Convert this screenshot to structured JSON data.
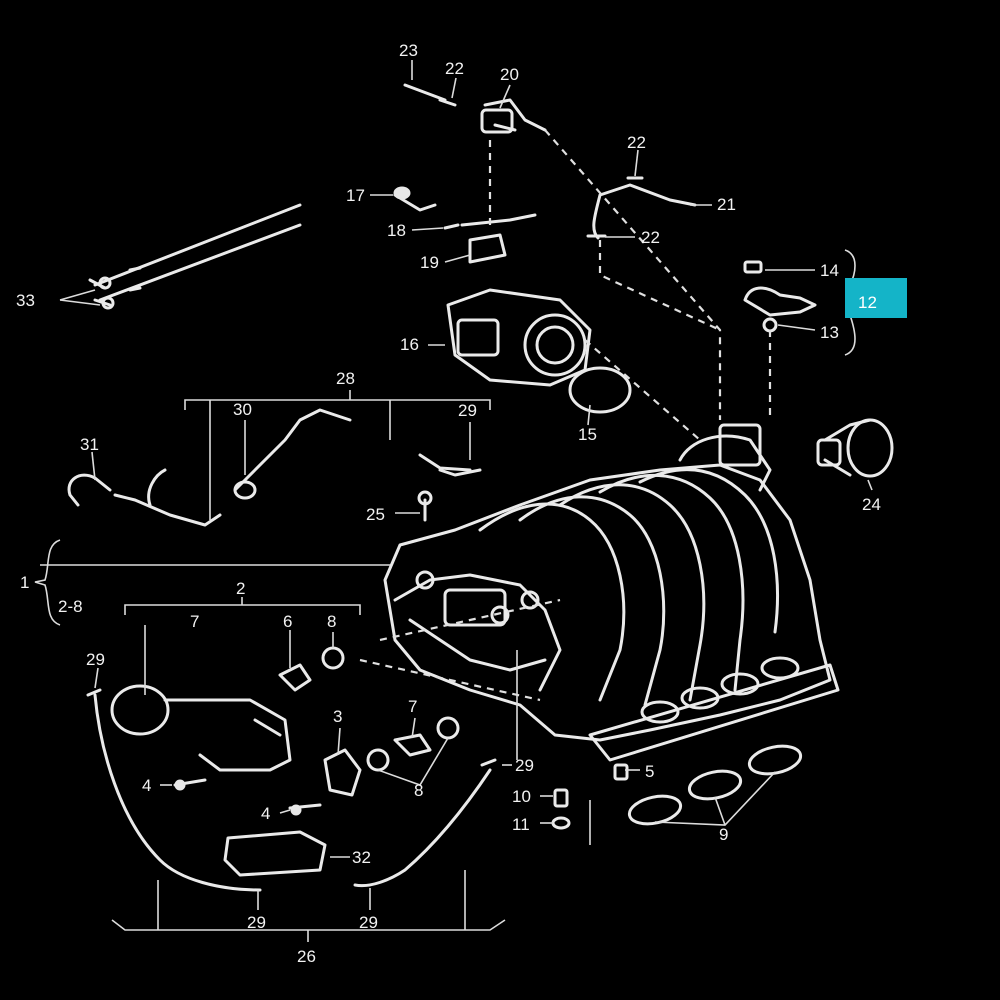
{
  "diagram": {
    "background": "#000000",
    "ink_color": "#e8e8e8",
    "highlight_color": "#14b4c8",
    "highlighted_part": "12",
    "part_labels": {
      "p1": "1",
      "p2": "2",
      "p2_8": "2-8",
      "p3": "3",
      "p4a": "4",
      "p4b": "4",
      "p5": "5",
      "p6": "6",
      "p7a": "7",
      "p7b": "7",
      "p8a": "8",
      "p8b": "8",
      "p9": "9",
      "p10": "10",
      "p11": "11",
      "p12": "12",
      "p13": "13",
      "p14": "14",
      "p15": "15",
      "p16": "16",
      "p17": "17",
      "p18": "18",
      "p19": "19",
      "p20": "20",
      "p21": "21",
      "p22a": "22",
      "p22b": "22",
      "p22c": "22",
      "p23": "23",
      "p24": "24",
      "p25": "25",
      "p26": "26",
      "p28": "28",
      "p29a": "29",
      "p29b": "29",
      "p29c": "29",
      "p29d": "29",
      "p29e": "29",
      "p30": "30",
      "p31": "31",
      "p32": "32",
      "p33": "33"
    }
  }
}
